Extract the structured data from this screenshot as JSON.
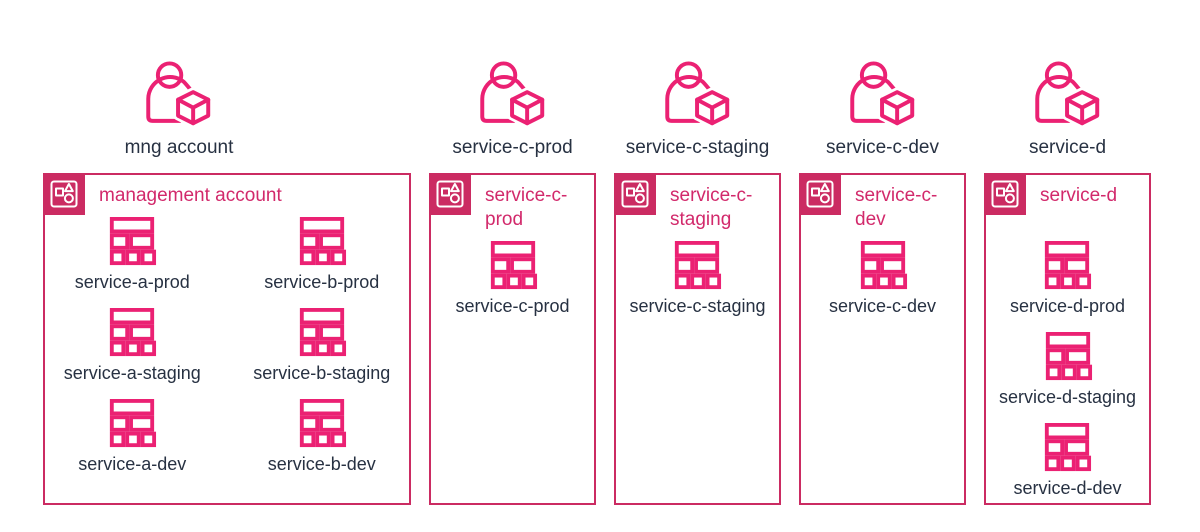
{
  "title": "AWS multi-account services diagram",
  "colors": {
    "accent": "#EB2173",
    "container": "#CB2B62",
    "header_text": "#D2296B",
    "label_text": "#273142"
  },
  "icons": {
    "actor": "user-with-cube-icon",
    "account_badge": "account-badge-icon",
    "stack": "resource-stack-icon"
  },
  "columns": [
    {
      "actor_label": "mng account",
      "account_header": "management account",
      "layout": "grid",
      "stacks": [
        "service-a-prod",
        "service-b-prod",
        "service-a-staging",
        "service-b-staging",
        "service-a-dev",
        "service-b-dev"
      ]
    },
    {
      "actor_label": "service-c-prod",
      "account_header": "service-c-prod",
      "layout": "list",
      "stacks": [
        "service-c-prod"
      ]
    },
    {
      "actor_label": "service-c-staging",
      "account_header": "service-c-staging",
      "layout": "list",
      "stacks": [
        "service-c-staging"
      ]
    },
    {
      "actor_label": "service-c-dev",
      "account_header": "service-c-dev",
      "layout": "list",
      "stacks": [
        "service-c-dev"
      ]
    },
    {
      "actor_label": "service-d",
      "account_header": "service-d",
      "layout": "list",
      "stacks": [
        "service-d-prod",
        "service-d-staging",
        "service-d-dev"
      ]
    }
  ]
}
